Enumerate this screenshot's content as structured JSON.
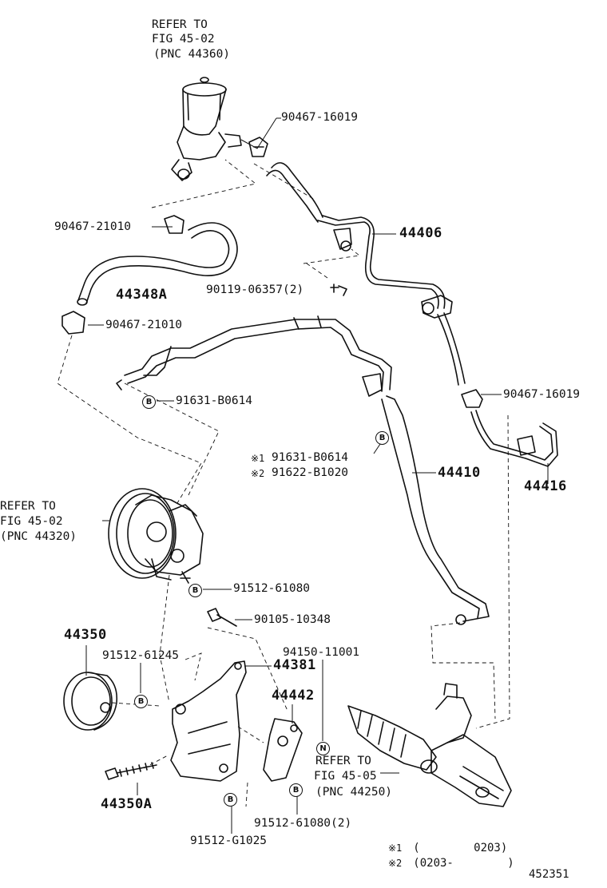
{
  "refs": {
    "reservoir": [
      "REFER TO",
      "FIG 45-02",
      "(PNC 44360)"
    ],
    "pump": [
      "REFER TO",
      "FIG 45-02",
      "(PNC 44320)"
    ],
    "gear": [
      "REFER TO",
      "FIG 45-05",
      "(PNC 44250)"
    ]
  },
  "callouts": {
    "c90467_16019_top": "90467-16019",
    "c90467_21010_top": "90467-21010",
    "c44406": "44406",
    "c44348A": "44348A",
    "c90119": "90119-06357(2)",
    "c90467_21010_mid": "90467-21010",
    "c91631_b0614_top": "91631-B0614",
    "c90467_16019_right": "90467-16019",
    "c91631_b0614_s1": "91631-B0614",
    "c91622_b1020_s2": "91622-B1020",
    "c44410": "44410",
    "c44416": "44416",
    "c91512_61080": "91512-61080",
    "c90105_10348": "90105-10348",
    "c44350": "44350",
    "c91512_61245": "91512-61245",
    "c94150_11001": "94150-11001",
    "c44381": "44381",
    "c44442": "44442",
    "c44350A": "44350A",
    "c91512_61080_2": "91512-61080(2)",
    "c91512_g1025": "91512-G1025"
  },
  "badges": {
    "b": "B",
    "n": "N"
  },
  "marks": {
    "s1": "※1",
    "s2": "※2"
  },
  "footnotes": {
    "f1_mark": "※1",
    "f1_text": "(        0203)",
    "f2_mark": "※2",
    "f2_text": "(0203-        )"
  },
  "illustration_id": "452351"
}
